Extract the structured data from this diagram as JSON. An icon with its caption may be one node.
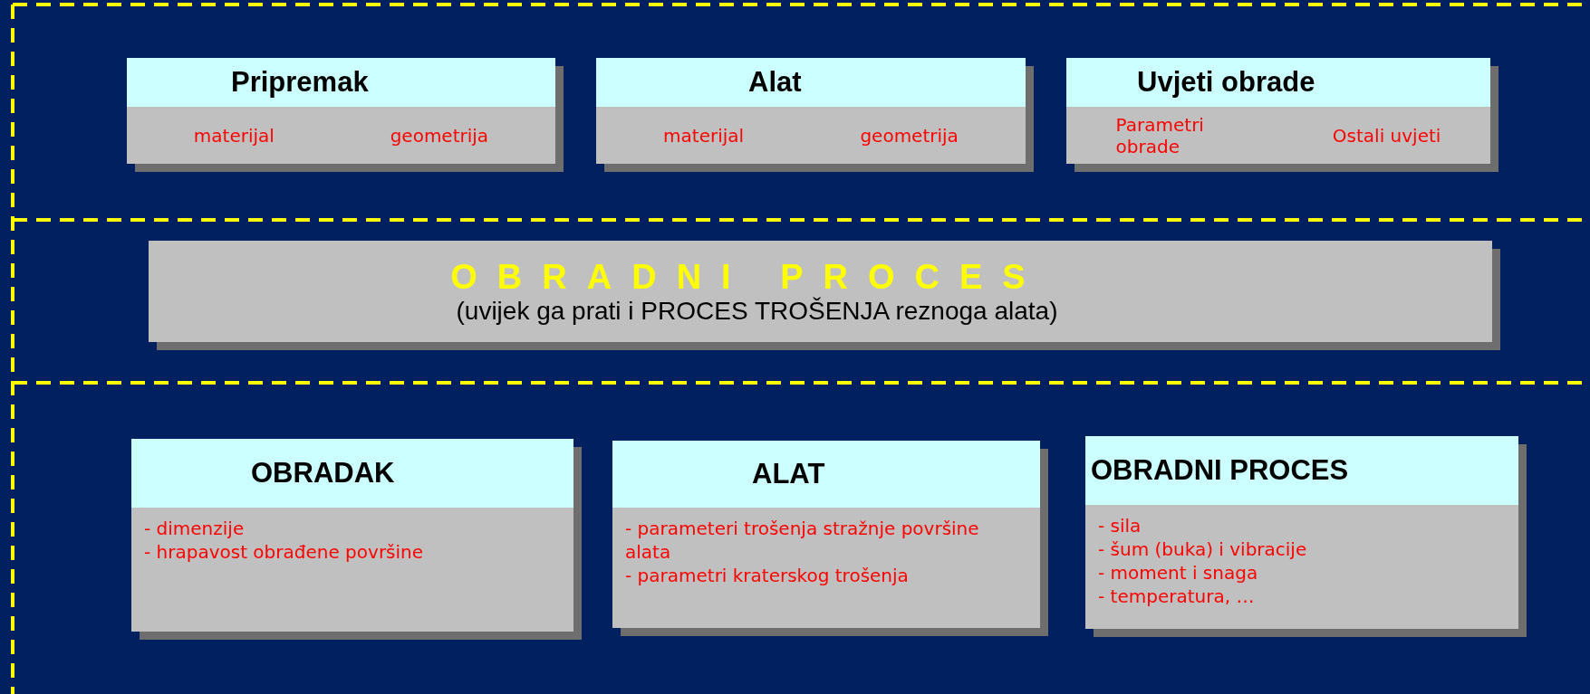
{
  "diagram": {
    "nodes": [
      {
        "text": [
          "Pripremak",
          "materijal",
          "geometrija"
        ]
      },
      {
        "text": [
          "Alat",
          "materijal",
          "geometrija"
        ]
      },
      {
        "text": [
          "Uvjeti obrade",
          "Parametri obrade",
          "Ostali uvjeti"
        ]
      },
      {
        "text": [
          "OBRADNI PROCES",
          "(uvijek ga prati i PROCES TROŠENJA reznoga alata)"
        ]
      },
      {
        "text": [
          "OBRADAK",
          "- dimenzije",
          "- hrapavost obrađene površine"
        ]
      },
      {
        "text": [
          "ALAT",
          "- parameteri trošenja stražnje površine alata",
          "- parametri kraterskog trošenja"
        ]
      },
      {
        "text": [
          "OBRADNI PROCES",
          "- sila",
          "- šum (buka) i vibracije",
          "- moment i snaga",
          "- temperatura, …"
        ]
      }
    ]
  }
}
